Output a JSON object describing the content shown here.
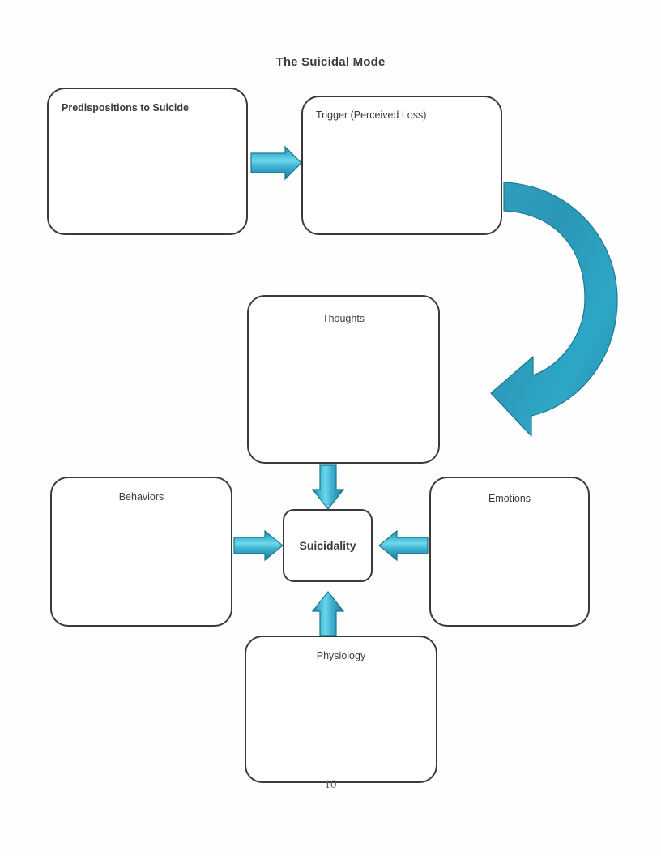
{
  "document": {
    "title": "The Suicidal Mode",
    "page_number": "10"
  },
  "diagram": {
    "nodes": [
      {
        "id": "predispositions",
        "label": "Predispositions to Suicide",
        "align": "left"
      },
      {
        "id": "trigger",
        "label": "Trigger (Perceived Loss)",
        "align": "left"
      },
      {
        "id": "thoughts",
        "label": "Thoughts",
        "align": "center"
      },
      {
        "id": "behaviors",
        "label": "Behaviors",
        "align": "center"
      },
      {
        "id": "emotions",
        "label": "Emotions",
        "align": "center"
      },
      {
        "id": "physiology",
        "label": "Physiology",
        "align": "center"
      },
      {
        "id": "suicidality",
        "label": "Suicidality",
        "align": "center"
      }
    ],
    "connectors": [
      {
        "id": "predispositions-to-trigger",
        "from": "predispositions",
        "to": "trigger",
        "shape": "straight",
        "direction": "right"
      },
      {
        "id": "trigger-to-thoughts",
        "from": "trigger",
        "to": "thoughts",
        "shape": "curved",
        "direction": "down-left"
      },
      {
        "id": "thoughts-to-suicidality",
        "from": "thoughts",
        "to": "suicidality",
        "shape": "straight",
        "direction": "down"
      },
      {
        "id": "behaviors-to-suicidality",
        "from": "behaviors",
        "to": "suicidality",
        "shape": "straight",
        "direction": "right"
      },
      {
        "id": "emotions-to-suicidality",
        "from": "emotions",
        "to": "suicidality",
        "shape": "straight",
        "direction": "left"
      },
      {
        "id": "physiology-to-suicidality",
        "from": "physiology",
        "to": "suicidality",
        "shape": "straight",
        "direction": "up"
      }
    ]
  },
  "colors": {
    "arrow_fill_light": "#4fc3dd",
    "arrow_fill_mid": "#2e9fbe",
    "arrow_fill_dark": "#1f7f9c",
    "box_border": "#3a3a38",
    "text": "#3b3b3b",
    "page_background": "#ffffff",
    "margin_rule": "#e2e0da"
  }
}
